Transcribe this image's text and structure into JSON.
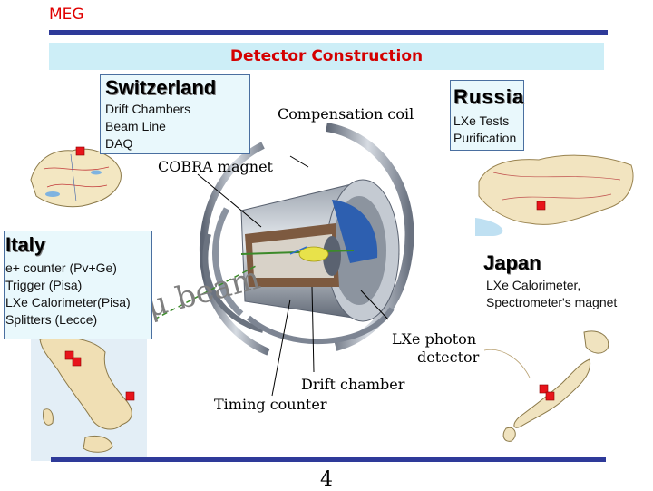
{
  "header": {
    "logo_text": "MEG",
    "title": "Detector Construction"
  },
  "page_number": "4",
  "countries": {
    "switzerland": {
      "name": "Switzerland",
      "items": [
        "Drift Chambers",
        "Beam Line",
        "DAQ"
      ]
    },
    "russia": {
      "name": "Russia",
      "items": [
        "LXe Tests",
        "Purification"
      ]
    },
    "italy": {
      "name": "Italy",
      "items": [
        "e+ counter (Pv+Ge)",
        "Trigger (Pisa)",
        "LXe Calorimeter(Pisa)",
        "Splitters (Lecce)"
      ]
    },
    "japan": {
      "name": "Japan",
      "items": [
        "LXe Calorimeter,",
        "Spectrometer's magnet"
      ]
    }
  },
  "detector_labels": {
    "compensation_coil": "Compensation coil",
    "cobra_magnet": "COBRA magnet",
    "lxe_photon_detector_line1": "LXe photon",
    "lxe_photon_detector_line2": "detector",
    "drift_chamber": "Drift chamber",
    "timing_counter": "Timing counter",
    "beam": "μ beam"
  },
  "colors": {
    "accent_red": "#d40000",
    "bar_blue": "#2e3a99",
    "title_bg": "#cdeef7",
    "marker_red": "#e8141b"
  }
}
